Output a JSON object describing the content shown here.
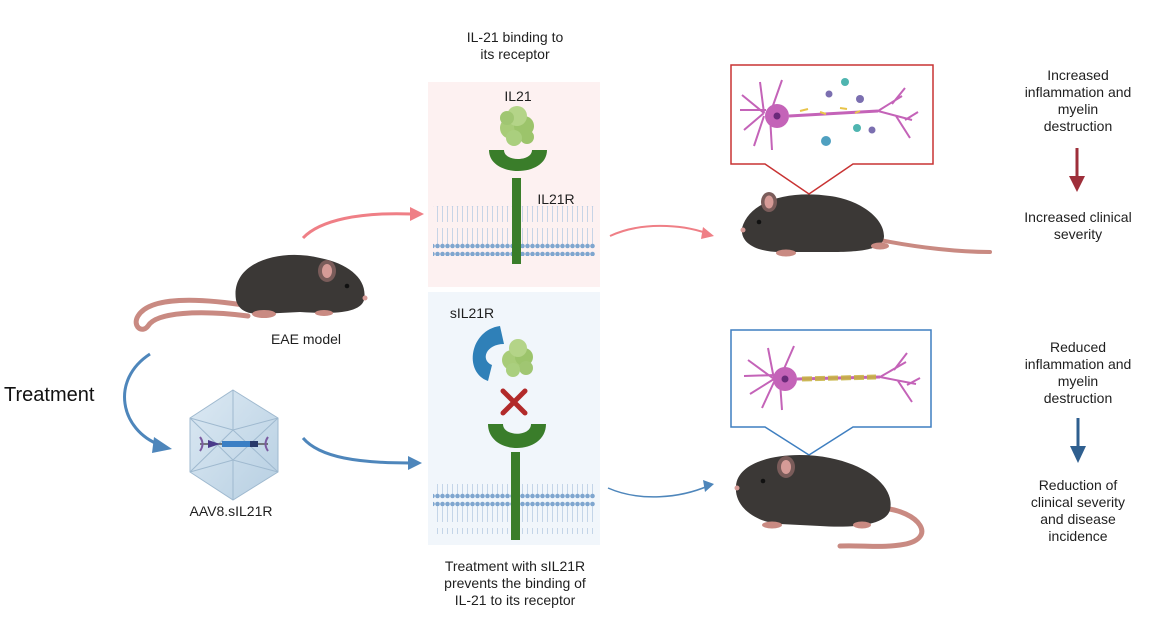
{
  "labels": {
    "il21_binding_title": "IL-21 binding to\nits receptor",
    "il21": "IL21",
    "il21r": "IL21R",
    "sil21r": "sIL21R",
    "eae_model": "EAE model",
    "treatment": "Treatment",
    "aav": "AAV8.sIL21R",
    "treatment_caption": "Treatment with sIL21R\nprevents the binding of\nIL-21 to its receptor",
    "top_outcome_1": "Increased\ninflammation and\nmyelin\ndestruction",
    "top_outcome_2": "Increased clinical\nseverity",
    "bottom_outcome_1": "Reduced\ninflammation and\nmyelin\ndestruction",
    "bottom_outcome_2": "Reduction of\nclinical severity\nand disease\nincidence"
  },
  "colors": {
    "red_arrow": "#ef7f86",
    "blue_arrow": "#4e86bb",
    "top_panel_bg": "#fdf1f1",
    "bottom_panel_bg": "#f1f6fb",
    "receptor_green": "#3a7d2a",
    "cytokine_green": "#a8cc78",
    "soluble_receptor_blue": "#2f80b8",
    "x_mark": "#b22a2a",
    "neuron_pink": "#c463b8",
    "red_box": "#c83333",
    "blue_box": "#3f7fc0",
    "mouse_body": "#3b3836",
    "down_arrow_red": "#9e2f3a",
    "down_arrow_blue": "#2f5f8f"
  }
}
